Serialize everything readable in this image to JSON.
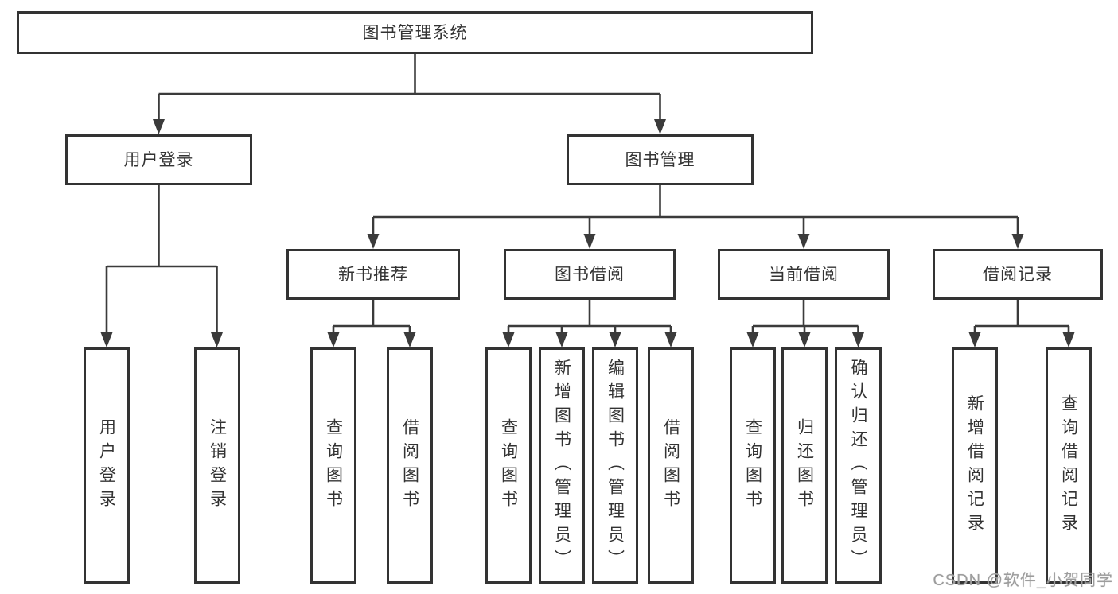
{
  "tree": {
    "label": "图书管理系统",
    "children": [
      {
        "label": "用户登录",
        "children": [
          {
            "label": "用户登录"
          },
          {
            "label": "注销登录"
          }
        ]
      },
      {
        "label": "图书管理",
        "children": [
          {
            "label": "新书推荐",
            "children": [
              {
                "label": "查询图书"
              },
              {
                "label": "借阅图书"
              }
            ]
          },
          {
            "label": "图书借阅",
            "children": [
              {
                "label": "查询图书"
              },
              {
                "label": "新增图书（管理员）"
              },
              {
                "label": "编辑图书（管理员）"
              },
              {
                "label": "借阅图书"
              }
            ]
          },
          {
            "label": "当前借阅",
            "children": [
              {
                "label": "查询图书"
              },
              {
                "label": "归还图书"
              },
              {
                "label": "确认归还（管理员）"
              }
            ]
          },
          {
            "label": "借阅记录",
            "children": [
              {
                "label": "新增借阅记录"
              },
              {
                "label": "查询借阅记录"
              }
            ]
          }
        ]
      }
    ]
  },
  "watermark": {
    "text": "CSDN @软件_小贺同学"
  },
  "colors": {
    "line": "#3b3b3b",
    "box_border": "#333333",
    "box_fill": "#ffffff",
    "text": "#333333",
    "watermark": "#9c9c9c"
  }
}
